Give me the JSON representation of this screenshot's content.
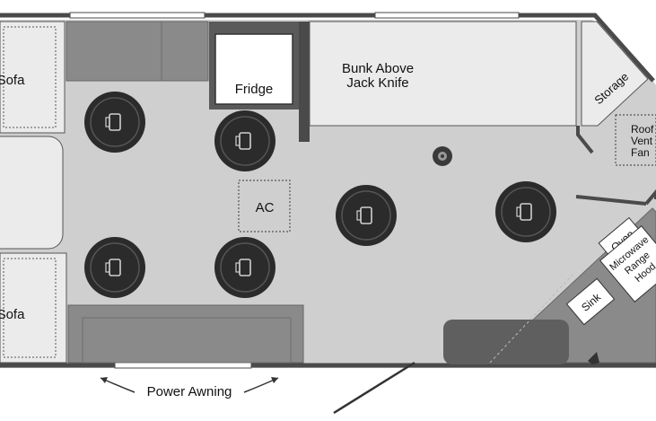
{
  "labels": {
    "sofa_top": "Sofa",
    "sofa_bottom": "Sofa",
    "fridge": "Fridge",
    "bunk_line1": "Bunk  Above",
    "bunk_line2": "Jack Knife",
    "storage": "Storage",
    "roof_vent_line1": "Roof",
    "roof_vent_line2": "Vent",
    "roof_vent_line3": "Fan",
    "ac": "AC",
    "oven": "Oven",
    "microwave_line1": "Microwave",
    "microwave_line2": "Range",
    "microwave_line3": "Hood",
    "sink": "Sink",
    "power_awning": "Power Awning"
  },
  "colors": {
    "floor": "#cfcfcf",
    "wall": "#4a4a4a",
    "cabinet": "#8a8a8a",
    "bed": "#ebebeb",
    "speaker": "#2b2b2b"
  },
  "icons": [
    "speaker-icon",
    "floor-drain-icon",
    "door-swing-icon",
    "awning-arrow-icon"
  ]
}
